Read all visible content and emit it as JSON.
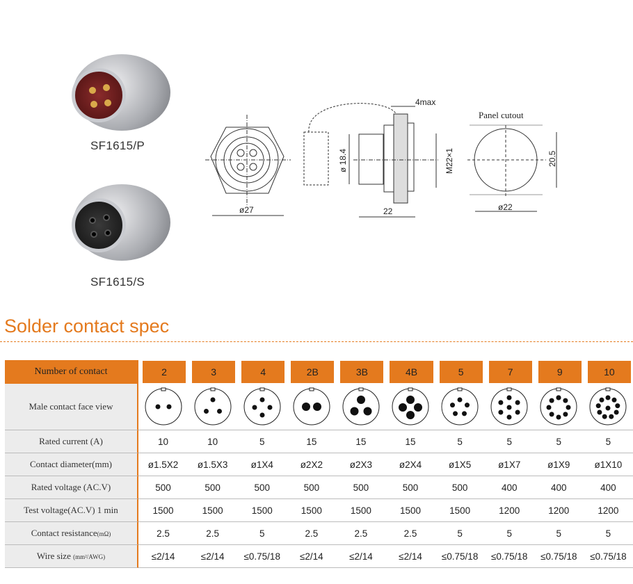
{
  "products": [
    {
      "name": "SF1615/P",
      "type": "male"
    },
    {
      "name": "SF1615/S",
      "type": "female"
    }
  ],
  "drawing": {
    "front_dim": "ø27",
    "side_dims": {
      "thickness": "4max",
      "body_dia": "ø 18.4",
      "thread": "M22×1",
      "length": "22"
    },
    "panel": {
      "title": "Panel cutout",
      "width": "ø22",
      "height": "20.5"
    }
  },
  "section_title": "Solder contact spec",
  "accent_color": "#e47a1e",
  "table": {
    "header_label": "Number of contact",
    "columns": [
      "2",
      "3",
      "4",
      "2B",
      "3B",
      "4B",
      "5",
      "7",
      "9",
      "10"
    ],
    "face_label": "Male  contact  face  view",
    "rows": [
      {
        "label": "Rated current (A)",
        "values": [
          "10",
          "10",
          "5",
          "15",
          "15",
          "15",
          "5",
          "5",
          "5",
          "5"
        ]
      },
      {
        "label": "Contact diameter(mm)",
        "values": [
          "ø1.5X2",
          "ø1.5X3",
          "ø1X4",
          "ø2X2",
          "ø2X3",
          "ø2X4",
          "ø1X5",
          "ø1X7",
          "ø1X9",
          "ø1X10"
        ]
      },
      {
        "label": "Rated voltage (AC.V)",
        "values": [
          "500",
          "500",
          "500",
          "500",
          "500",
          "500",
          "500",
          "400",
          "400",
          "400"
        ]
      },
      {
        "label": "Test voltage(AC.V) 1 min",
        "values": [
          "1500",
          "1500",
          "1500",
          "1500",
          "1500",
          "1500",
          "1500",
          "1200",
          "1200",
          "1200"
        ]
      },
      {
        "label": "Contact resistance",
        "unit": "(mΩ)",
        "values": [
          "2.5",
          "2.5",
          "5",
          "2.5",
          "2.5",
          "2.5",
          "5",
          "5",
          "5",
          "5"
        ]
      },
      {
        "label": "Wire size ",
        "unit": "(mm²/AWG)",
        "values": [
          "≤2/14",
          "≤2/14",
          "≤0.75/18",
          "≤2/14",
          "≤2/14",
          "≤2/14",
          "≤0.75/18",
          "≤0.75/18",
          "≤0.75/18",
          "≤0.75/18"
        ]
      }
    ]
  }
}
